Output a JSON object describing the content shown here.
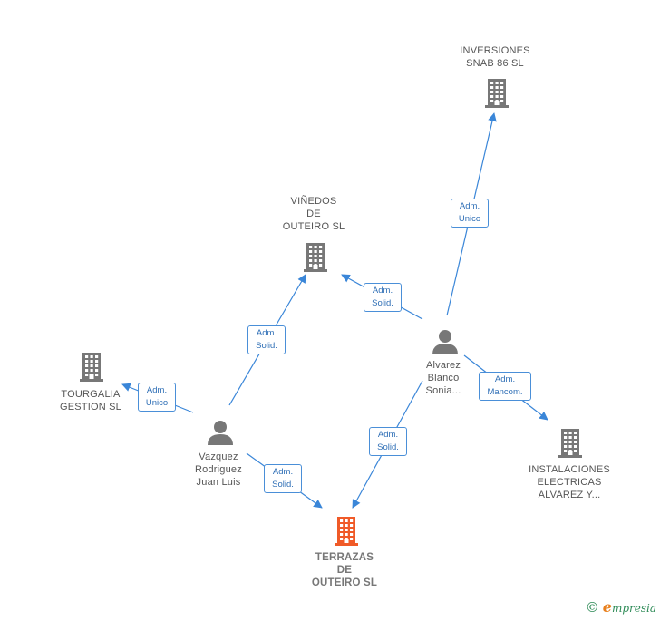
{
  "nodes": [
    {
      "id": "inversiones",
      "kind": "company",
      "label": "INVERSIONES\nSNAB 86 SL"
    },
    {
      "id": "vinedos",
      "kind": "company",
      "label": "VIÑEDOS\nDE\nOUTEIRO  SL"
    },
    {
      "id": "tourgalia",
      "kind": "company",
      "label": "TOURGALIA\nGESTION  SL"
    },
    {
      "id": "alvarez",
      "kind": "person",
      "label": "Alvarez\nBlanco\nSonia..."
    },
    {
      "id": "vazquez",
      "kind": "person",
      "label": "Vazquez\nRodriguez\nJuan Luis"
    },
    {
      "id": "instalaciones",
      "kind": "company",
      "label": "INSTALACIONES\nELECTRICAS\nALVAREZ Y..."
    },
    {
      "id": "terrazas",
      "kind": "company",
      "focus": true,
      "label": "TERRAZAS\nDE\nOUTEIRO  SL"
    }
  ],
  "edges": [
    {
      "from": "alvarez",
      "to": "inversiones",
      "label": "Adm.\nUnico"
    },
    {
      "from": "alvarez",
      "to": "vinedos",
      "label": "Adm.\nSolid."
    },
    {
      "from": "alvarez",
      "to": "instalaciones",
      "label": "Adm.\nMancom."
    },
    {
      "from": "alvarez",
      "to": "terrazas",
      "label": "Adm.\nSolid."
    },
    {
      "from": "vazquez",
      "to": "vinedos",
      "label": "Adm.\nSolid."
    },
    {
      "from": "vazquez",
      "to": "tourgalia",
      "label": "Adm.\nUnico"
    },
    {
      "from": "vazquez",
      "to": "terrazas",
      "label": "Adm.\nSolid."
    }
  ],
  "colors": {
    "edge": "#3a86d8",
    "company_icon": "#777777",
    "focus_icon": "#f05a28",
    "person_icon": "#777777"
  },
  "footer": {
    "copyright": "©",
    "brand_initial": "e",
    "brand_rest": "mpresia"
  }
}
